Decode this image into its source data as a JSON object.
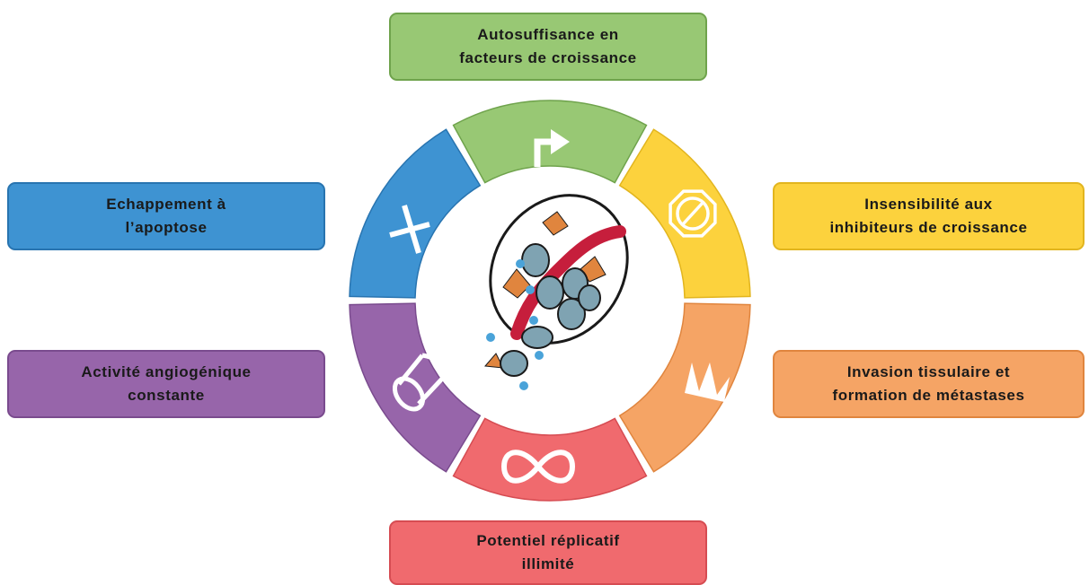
{
  "colors": {
    "green": "#98c874",
    "green_border": "#6fa34c",
    "yellow": "#fcd23d",
    "yellow_border": "#e2b51e",
    "orange": "#f5a465",
    "orange_border": "#e0853e",
    "red": "#f06a6e",
    "red_border": "#d64c52",
    "purple": "#9765aa",
    "purple_border": "#7a4b8e",
    "blue": "#3e93d2",
    "blue_border": "#2874b0",
    "ring_gap": "#ffffff",
    "cell_fill": "#7fa3b2",
    "cell_body": "#f2f2f2",
    "vessel": "#c61e3c",
    "fibroblast": "#e0853e",
    "particle": "#4aa3d9"
  },
  "hallmarks": {
    "growth_factors": {
      "line1": "Autosuffisance en",
      "line2": "facteurs de croissance",
      "icon": "turn-arrow-icon"
    },
    "antigrowth": {
      "line1": "Insensibilité aux",
      "line2": "inhibiteurs de croissance",
      "icon": "stop-sign-icon"
    },
    "invasion": {
      "line1": "Invasion tissulaire et",
      "line2": "formation de métastases",
      "icon": "spikes-icon"
    },
    "replication": {
      "line1": "Potentiel réplicatif",
      "line2": "illimité",
      "icon": "infinity-icon"
    },
    "angiogenesis": {
      "line1": "Activité angiogénique",
      "line2": "constante",
      "icon": "vessel-tube-icon"
    },
    "apoptosis": {
      "line1": "Echappement à",
      "line2": "l’apoptose",
      "icon": "cross-icon"
    }
  },
  "center": {
    "icon": "tumor-illustration-icon"
  }
}
